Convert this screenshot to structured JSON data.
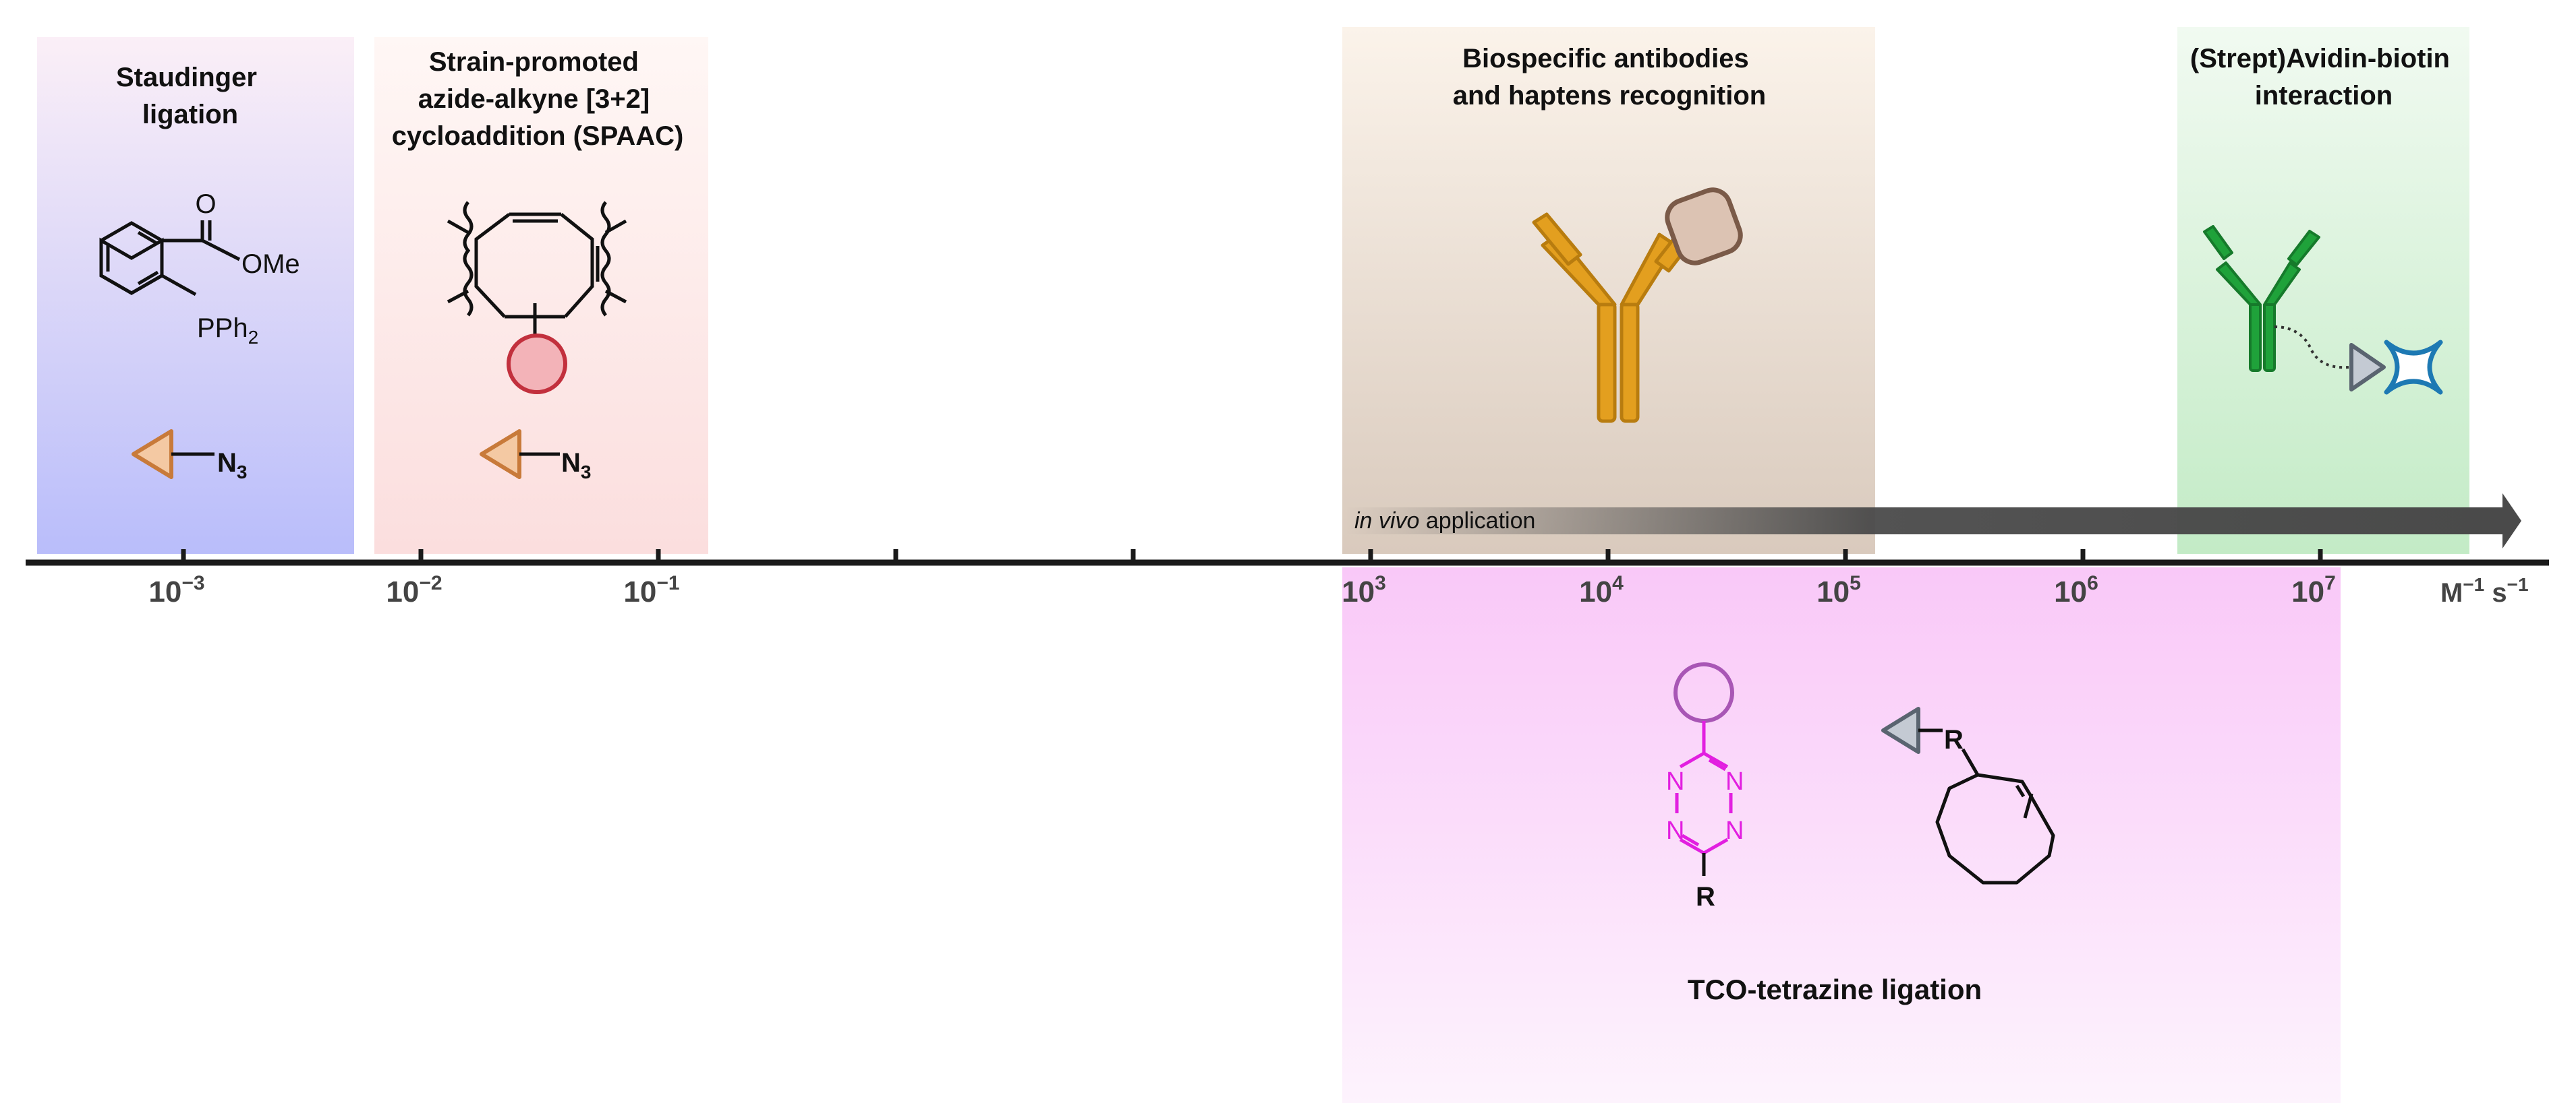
{
  "panels": {
    "staudinger": {
      "title_lines": [
        "Staudinger",
        "ligation"
      ],
      "reagent_labels": [
        "O",
        "OMe",
        "PPh",
        "2"
      ],
      "azide_label": "N",
      "azide_sub": "3",
      "color_top": "#fbeff7",
      "color_bottom": "#b9bdfa"
    },
    "spaac": {
      "title_lines": [
        "Strain-promoted",
        "azide-alkyne [3+2]",
        "cycloaddition (SPAAC)"
      ],
      "azide_label": "N",
      "azide_sub": "3",
      "color_top": "#fff7f5",
      "color_bottom": "#fbdede"
    },
    "antibodies": {
      "title_lines": [
        "Biospecific antibodies",
        "and haptens recognition"
      ],
      "color_top": "#fbf3ea",
      "color_bottom": "#d9cabd"
    },
    "avidin": {
      "title_lines": [
        "(Strept)Avidin-biotin",
        "interaction"
      ],
      "color_top": "#f1faf1",
      "color_bottom": "#c3ebc6"
    },
    "tco": {
      "title": "TCO-tetrazine ligation",
      "tetrazine_atoms": [
        "N",
        "N",
        "N",
        "N"
      ],
      "substituent": "R",
      "tco_substituent": "R",
      "color_top": "#f9c8f8",
      "color_bottom": "#fdf3fd"
    }
  },
  "axis": {
    "ticks": [
      {
        "base": "10",
        "exp": "−3"
      },
      {
        "base": "10",
        "exp": "−2"
      },
      {
        "base": "10",
        "exp": "−1"
      },
      {
        "base": "",
        "exp": ""
      },
      {
        "base": "",
        "exp": ""
      },
      {
        "base": "10",
        "exp": "3"
      },
      {
        "base": "10",
        "exp": "4"
      },
      {
        "base": "10",
        "exp": "5"
      },
      {
        "base": "10",
        "exp": "6"
      },
      {
        "base": "10",
        "exp": "7"
      }
    ],
    "unit": {
      "a": "M",
      "a_exp": "−1",
      "b": " s",
      "b_exp": "−1"
    }
  },
  "invivo_arrow": {
    "italic": "in vivo",
    "rest": " application"
  },
  "colors": {
    "axis": "#1a1a1a",
    "antibody": "#e39f1f",
    "antibody_edge": "#b87c0f",
    "hapten": "#dcc3b3",
    "hapten_edge": "#7a5a48",
    "antibody_green": "#1fa23a",
    "streptavidin": "#1d79b3",
    "tetrazine": "#e21fe0",
    "circle_purple": "#a856b5",
    "circle_red": "#e05d6b",
    "azide_triangle": "#f4c9a3",
    "azide_triangle_edge": "#c87a3a",
    "tco_triangle": "#c4cad3"
  }
}
